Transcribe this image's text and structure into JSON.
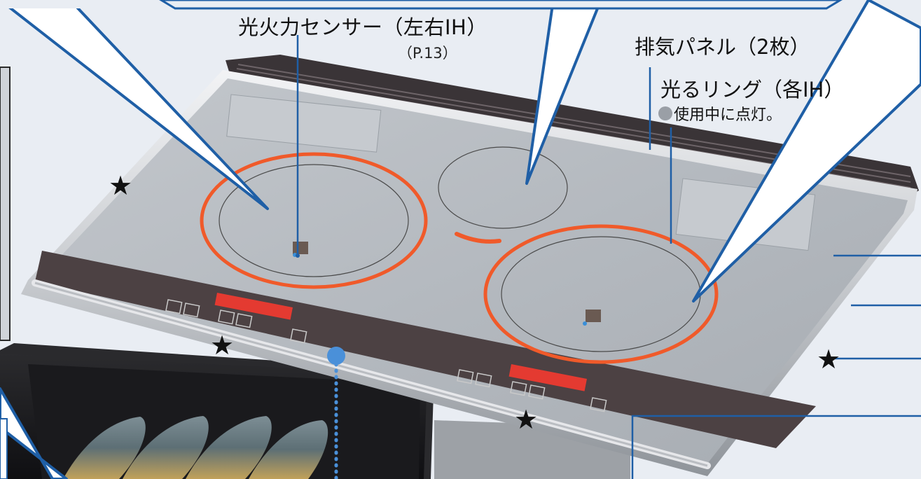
{
  "callouts": {
    "sensor": {
      "label": "光火力センサー（左右IH）",
      "ref": "（P.13）"
    },
    "vent": {
      "label": "排気パネル（2枚）"
    },
    "ring": {
      "label": "光るリング（各IH）",
      "note": "使用中に点灯。"
    }
  },
  "marker_symbol": "★",
  "colors": {
    "background": "#e9edf3",
    "leader_line": "#1f5fa6",
    "ring_glow": "#f05a2a",
    "glass_top": "#b8bdc3",
    "control_strip": "#4a3f40",
    "display_red": "#ff3a2e"
  }
}
